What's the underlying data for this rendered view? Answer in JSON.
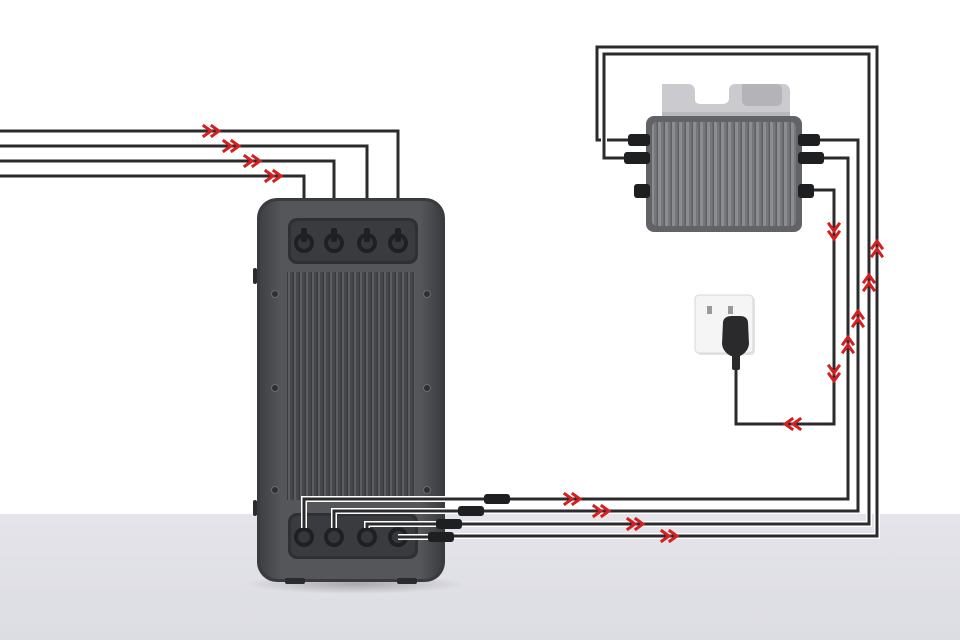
{
  "colors": {
    "background": "#ffffff",
    "floor": "#e2e2e8",
    "cable": "#2b2b2d",
    "cable_outline": "#ffffff",
    "arrow": "#d42020",
    "battery_body": "#4d4e52",
    "battery_dark": "#37383b",
    "inverter_body": "#7d7e82",
    "inverter_mount": "#c9c9cd",
    "socket_plate": "#f4f4f4"
  },
  "icons": {
    "battery": "battery-storage-unit-icon",
    "inverter": "microinverter-icon",
    "socket": "wall-socket-icon",
    "plug": "power-plug-icon",
    "flow_arrow": "double-chevron-arrow-icon"
  },
  "diagram": {
    "top_inputs": 4,
    "bottom_outputs": 4,
    "flow_direction": {
      "top_inputs": "right",
      "bottom_outputs": "right",
      "riser_up": "up",
      "riser_down": "down",
      "to_socket": "left"
    }
  }
}
